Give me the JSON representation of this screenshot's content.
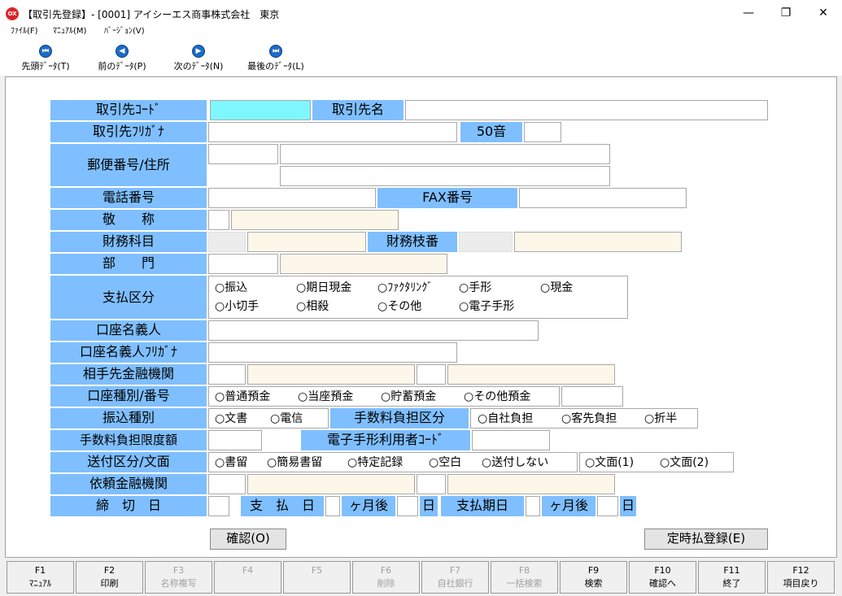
{
  "window": {
    "title": "【取引先登録】- [0001] アイシーエス商事株式会社　東京",
    "app_icon_text": "OX",
    "minimize": "—",
    "restore": "❐",
    "close": "✕"
  },
  "menu": [
    "ﾌｧｲﾙ(F)",
    "ﾏﾆｭｱﾙ(M)",
    "ﾊﾞｰｼﾞｮﾝ(V)"
  ],
  "toolbar": [
    {
      "label": "先頭ﾃﾞｰﾀ(T)",
      "icon": "first-record-icon",
      "glyph": "⏮"
    },
    {
      "label": "前のﾃﾞｰﾀ(P)",
      "icon": "prev-record-icon",
      "glyph": "◀"
    },
    {
      "label": "次のﾃﾞｰﾀ(N)",
      "icon": "next-record-icon",
      "glyph": "▶"
    },
    {
      "label": "最後のﾃﾞｰﾀ(L)",
      "icon": "last-record-icon",
      "glyph": "⏭"
    }
  ],
  "labels": {
    "code": "取引先ｺｰﾄﾞ",
    "name": "取引先名",
    "kana": "取引先ﾌﾘｶﾞﾅ",
    "gojuon": "50音",
    "address": "郵便番号/住所",
    "tel": "電話番号",
    "fax": "FAX番号",
    "honorific": "敬　　称",
    "account": "財務科目",
    "subaccount": "財務枝番",
    "dept": "部　　門",
    "payment_type": "支払区分",
    "account_holder": "口座名義人",
    "account_holder_kana": "口座名義人ﾌﾘｶﾞﾅ",
    "bank": "相手先金融機関",
    "account_type": "口座種別/番号",
    "transfer_type": "振込種別",
    "fee_burden": "手数料負担区分",
    "fee_limit": "手数料負担限度額",
    "enote_code": "電子手形利用者ｺｰﾄﾞ",
    "send_type": "送付区分/文面",
    "request_bank": "依頼金融機関",
    "closing_day": "締　切　日",
    "pay_day": "支　払　日",
    "months_after": "ヶ月後",
    "day": "日",
    "pay_due": "支払期日",
    "months_after2": "ヶ月後",
    "day2": "日"
  },
  "payment_options": [
    "○振込",
    "○期日現金",
    "○ﾌｧｸﾀﾘﾝｸﾞ",
    "○手形",
    "○現金",
    "○小切手",
    "○相殺",
    "○その他",
    "○電子手形"
  ],
  "account_type_options": [
    "○普通預金",
    "○当座預金",
    "○貯蓄預金",
    "○その他預金"
  ],
  "transfer_options": [
    "○文書",
    "○電信"
  ],
  "fee_options": [
    "○自社負担",
    "○客先負担",
    "○折半"
  ],
  "send_options": [
    "○書留",
    "○簡易書留",
    "○特定記録",
    "○空白",
    "○送付しない"
  ],
  "letter_options": [
    "○文面(1)",
    "○文面(2)"
  ],
  "buttons": {
    "confirm": "確認(O)",
    "periodic": "定時払登録(E)"
  },
  "fkeys": [
    {
      "key": "F1",
      "label": "ﾏﾆｭｱﾙ",
      "enabled": true
    },
    {
      "key": "F2",
      "label": "印刷",
      "enabled": true
    },
    {
      "key": "F3",
      "label": "名称複写",
      "enabled": false
    },
    {
      "key": "F4",
      "label": "",
      "enabled": false
    },
    {
      "key": "F5",
      "label": "",
      "enabled": false
    },
    {
      "key": "F6",
      "label": "削除",
      "enabled": false
    },
    {
      "key": "F7",
      "label": "自社銀行",
      "enabled": false
    },
    {
      "key": "F8",
      "label": "一括検索",
      "enabled": false
    },
    {
      "key": "F9",
      "label": "検索",
      "enabled": true
    },
    {
      "key": "F10",
      "label": "確認へ",
      "enabled": true
    },
    {
      "key": "F11",
      "label": "終了",
      "enabled": true
    },
    {
      "key": "F12",
      "label": "項目戻り",
      "enabled": true
    }
  ]
}
